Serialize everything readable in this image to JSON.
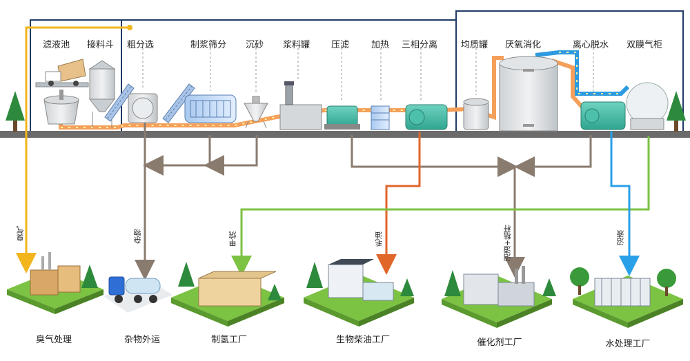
{
  "process_labels": {
    "filter_tank": "滤液池",
    "receiving_hopper": "接料斗",
    "coarse_sorting": "粗分选",
    "pulping_screening": "制浆筛分",
    "sand_settling": "沉砂",
    "slurry_tank": "浆料罐",
    "press_filter": "压滤",
    "heating": "加热",
    "three_phase_separation": "三相分离",
    "homogenizing_tank": "均质罐",
    "anaerobic_digestion": "厌氧消化",
    "centrifugal_dewatering": "离心脱水",
    "double_membrane_gas_holder": "双膜气柜"
  },
  "stream_labels": {
    "odor": "臭气",
    "impurities": "杂物",
    "methane": "甲烷",
    "crude_oil": "毛油",
    "biogas_residue": "沼渣+秸秆",
    "biogas_slurry": "沼液"
  },
  "facility_labels": {
    "odor_treatment": "臭气处理",
    "impurity_transport": "杂物外运",
    "gas_plant": "制氢工厂",
    "biodiesel_plant": "生物柴油工厂",
    "catalyst_plant": "催化剂工厂",
    "water_treatment_plant": "水处理工厂"
  },
  "colors": {
    "odor_line": "#f2b51c",
    "impurity_line": "#8a7b6f",
    "methane_line": "#7cc243",
    "oil_line": "#e0662a",
    "residue_line": "#8a7b6f",
    "slurry_line": "#2aa0e8",
    "pipe_orange": "#f5a05a",
    "pipe_blue": "#2e9be0",
    "frame": "#1f3a66"
  }
}
